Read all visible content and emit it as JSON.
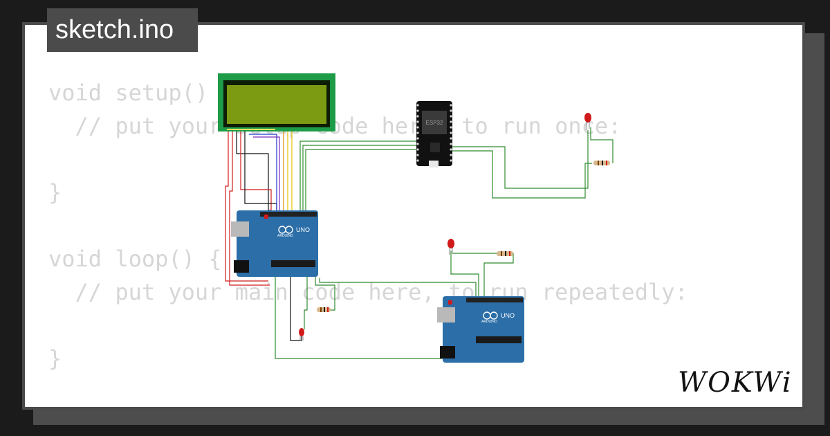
{
  "file_tab": {
    "label": "sketch.ino"
  },
  "code_lines": [
    "void setup() {",
    "  // put your setup code here, to run once:",
    "",
    "}",
    "",
    "void loop() {",
    "  // put your main code here, to run repeatedly:",
    "",
    "}"
  ],
  "components": {
    "lcd": {
      "label": ""
    },
    "esp32": {
      "label": "ESP32"
    },
    "arduino_1": {
      "label": "UNO",
      "sub_label": "ARDUINO"
    },
    "arduino_2": {
      "label": "UNO",
      "sub_label": "ARDUINO"
    }
  },
  "logo": {
    "text": "WOKWi"
  },
  "colors": {
    "background": "#1b1b1b",
    "card": "#ffffff",
    "code_text": "#d6d6d6",
    "tab": "#4b4b4b",
    "pcb_green": "#1d9b46",
    "lcd_screen": "#7d9b12",
    "arduino_blue": "#2b6ea8",
    "led_red": "#d11a1a",
    "wire_green": "#2e8b2e",
    "wire_red": "#d11a1a",
    "wire_black": "#111111"
  }
}
